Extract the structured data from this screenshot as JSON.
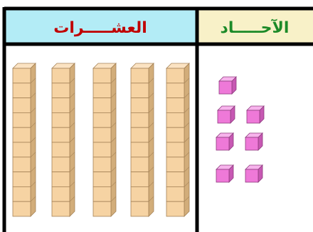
{
  "headers": {
    "tens": "العشـــــرات",
    "ones": "الآحـــــاد"
  },
  "counts": {
    "tens_rods": 5,
    "cubes_per_rod": 10,
    "ones_cubes": 7
  },
  "colors": {
    "tens_header_bg": "#b3ecf6",
    "tens_text": "#c00000",
    "ones_header_bg": "#f8f1c8",
    "ones_text": "#1c8a28",
    "border": "#000000",
    "rod_face": "#f6d3a3",
    "rod_top": "#fbe3c3",
    "rod_side": "#d2ad7a",
    "cube_face": "#ee79d8",
    "cube_top": "#f7b3ec",
    "cube_side": "#c758b3"
  }
}
